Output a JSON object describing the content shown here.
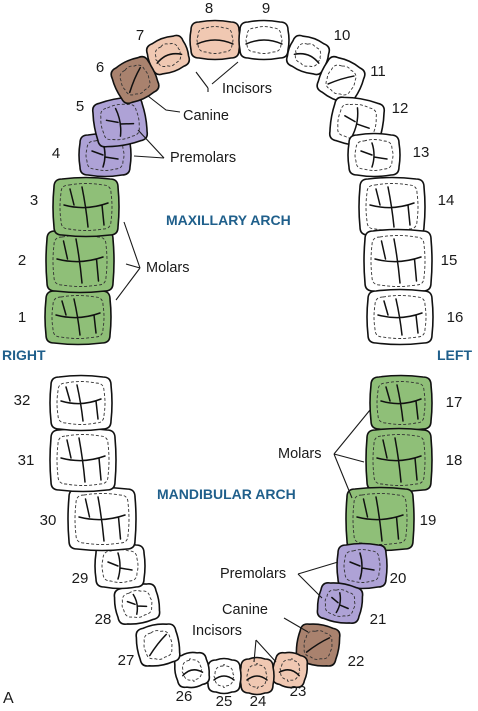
{
  "figure_label": "A",
  "sides": {
    "right": "RIGHT",
    "left": "LEFT"
  },
  "arches": {
    "maxillary": "MAXILLARY ARCH",
    "mandibular": "MANDIBULAR ARCH"
  },
  "colors": {
    "molar": "#8fbf78",
    "premolar": "#aea2d6",
    "canine": "#a9826e",
    "incisor": "#f0c8b2",
    "unshaded": "#ffffff"
  },
  "teeth": [
    {
      "n": "1",
      "type": "molar",
      "shaded": true
    },
    {
      "n": "2",
      "type": "molar",
      "shaded": true
    },
    {
      "n": "3",
      "type": "molar",
      "shaded": true
    },
    {
      "n": "4",
      "type": "premolar",
      "shaded": true
    },
    {
      "n": "5",
      "type": "premolar",
      "shaded": true
    },
    {
      "n": "6",
      "type": "canine",
      "shaded": true
    },
    {
      "n": "7",
      "type": "incisor",
      "shaded": true
    },
    {
      "n": "8",
      "type": "incisor",
      "shaded": true
    },
    {
      "n": "9",
      "type": "incisor",
      "shaded": false
    },
    {
      "n": "10",
      "type": "incisor",
      "shaded": false
    },
    {
      "n": "11",
      "type": "canine",
      "shaded": false
    },
    {
      "n": "12",
      "type": "premolar",
      "shaded": false
    },
    {
      "n": "13",
      "type": "premolar",
      "shaded": false
    },
    {
      "n": "14",
      "type": "molar",
      "shaded": false
    },
    {
      "n": "15",
      "type": "molar",
      "shaded": false
    },
    {
      "n": "16",
      "type": "molar",
      "shaded": false
    },
    {
      "n": "17",
      "type": "molar",
      "shaded": true
    },
    {
      "n": "18",
      "type": "molar",
      "shaded": true
    },
    {
      "n": "19",
      "type": "molar",
      "shaded": true
    },
    {
      "n": "20",
      "type": "premolar",
      "shaded": true
    },
    {
      "n": "21",
      "type": "premolar",
      "shaded": true
    },
    {
      "n": "22",
      "type": "canine",
      "shaded": true
    },
    {
      "n": "23",
      "type": "incisor",
      "shaded": true
    },
    {
      "n": "24",
      "type": "incisor",
      "shaded": true
    },
    {
      "n": "25",
      "type": "incisor",
      "shaded": false
    },
    {
      "n": "26",
      "type": "incisor",
      "shaded": false
    },
    {
      "n": "27",
      "type": "canine",
      "shaded": false
    },
    {
      "n": "28",
      "type": "premolar",
      "shaded": false
    },
    {
      "n": "29",
      "type": "premolar",
      "shaded": false
    },
    {
      "n": "30",
      "type": "molar",
      "shaded": false
    },
    {
      "n": "31",
      "type": "molar",
      "shaded": false
    },
    {
      "n": "32",
      "type": "molar",
      "shaded": false
    }
  ],
  "upper_labels": {
    "incisors": "Incisors",
    "canine": "Canine",
    "premolars": "Premolars",
    "molars": "Molars"
  },
  "lower_labels": {
    "molars": "Molars",
    "premolars": "Premolars",
    "canine": "Canine",
    "incisors": "Incisors"
  }
}
